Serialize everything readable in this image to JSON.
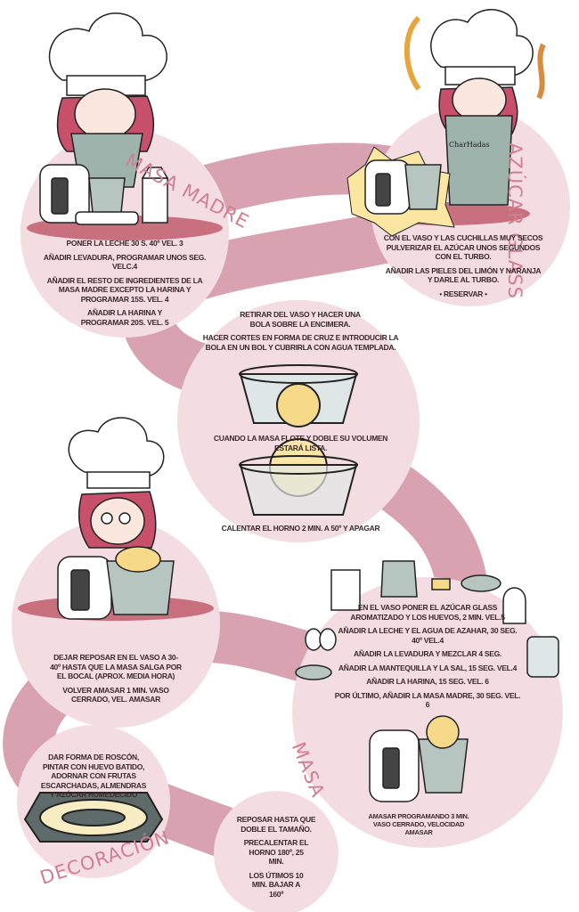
{
  "colors": {
    "band": "#d9a2b0",
    "circle": "#f3dde3",
    "title": "#cf7f91",
    "text": "#3b2a2c",
    "shadow": "#c9707f",
    "dough": "#f7d98a"
  },
  "sections": {
    "masa_madre": {
      "title": "MASA MADRE",
      "steps": [
        "PONER LA LECHE 30 S. 40º VEL. 3",
        "AÑADIR LEVADURA, PROGRAMAR UNOS SEG. VELC.4",
        "AÑADIR EL RESTO DE INGREDIENTES DE LA MASA MADRE EXCEPTO LA HARINA Y PROGRAMAR 15S. VEL. 4",
        "AÑADIR LA HARINA Y PROGRAMAR 20S. VEL. 5"
      ]
    },
    "azucar_glass": {
      "title": "AZÚCAR GLASS",
      "apron_label": "CharHadas",
      "steps": [
        "CON EL VASO Y LAS CUCHILLAS MUY SECOS PULVERIZAR EL AZÚCAR UNOS SEGUNDOS CON EL TURBO.",
        "AÑADIR LAS PIELES DEL LIMÓN Y NARANJA Y DARLE AL TURBO.",
        "• RESERVAR •"
      ]
    },
    "bola": {
      "steps": [
        "RETIRAR DEL VASO Y HACER UNA BOLA SOBRE LA ENCIMERA.",
        "HACER CORTES EN FORMA DE CRUZ E INTRODUCIR LA BOLA EN UN BOL Y CUBRIRLA CON AGUA TEMPLADA."
      ],
      "middle": "CUANDO LA MASA FLOTE Y DOBLE SU VOLUMEN ESTARÁ LISTA.",
      "last": "CALENTAR EL HORNO 2 MIN. A 50º Y APAGAR"
    },
    "masa": {
      "title": "MASA",
      "steps": [
        "EN EL VASO PONER EL AZÚCAR GLASS AROMATIZADO Y LOS HUEVOS, 2 MIN. VEL.5",
        "AÑADIR LA LECHE Y EL AGUA DE AZAHAR, 30 SEG. 40º VEL.4",
        "AÑADIR LA LEVADURA Y MEZCLAR 4 SEG.",
        "AÑADIR LA MANTEQUILLA Y LA SAL, 15 SEG. VEL.4",
        "AÑADIR LA HARINA, 15 SEG. VEL. 6",
        "POR ÚLTIMO, AÑADIR LA MASA MADRE, 30 SEG. VEL. 6"
      ],
      "footer": "AMASAR PROGRAMANDO 3 MIN. VASO CERRADO, VELOCIDAD AMASAR"
    },
    "reposo_vaso": {
      "steps": [
        "DEJAR REPOSAR EN EL VASO A 30-40º HASTA QUE LA MASA SALGA POR EL BOCAL (APROX. MEDIA HORA)",
        "VOLVER AMASAR 1 MIN. VASO CERRADO, VEL. AMASAR"
      ]
    },
    "decoracion": {
      "title": "DECORACIÓN",
      "steps": [
        "DAR FORMA DE ROSCÓN, PINTAR CON HUEVO BATIDO, ADORNAR CON FRUTAS ESCARCHADAS, ALMENDRAS Y AZÚCAR HUMEDECIDO"
      ]
    },
    "horno": {
      "steps": [
        "REPOSAR HASTA QUE DOBLE EL TAMAÑO.",
        "PRECALENTAR EL HORNO 180º, 25 MIN.",
        "LOS ÚTIMOS 10 MIN. BAJAR A 160º"
      ]
    }
  }
}
